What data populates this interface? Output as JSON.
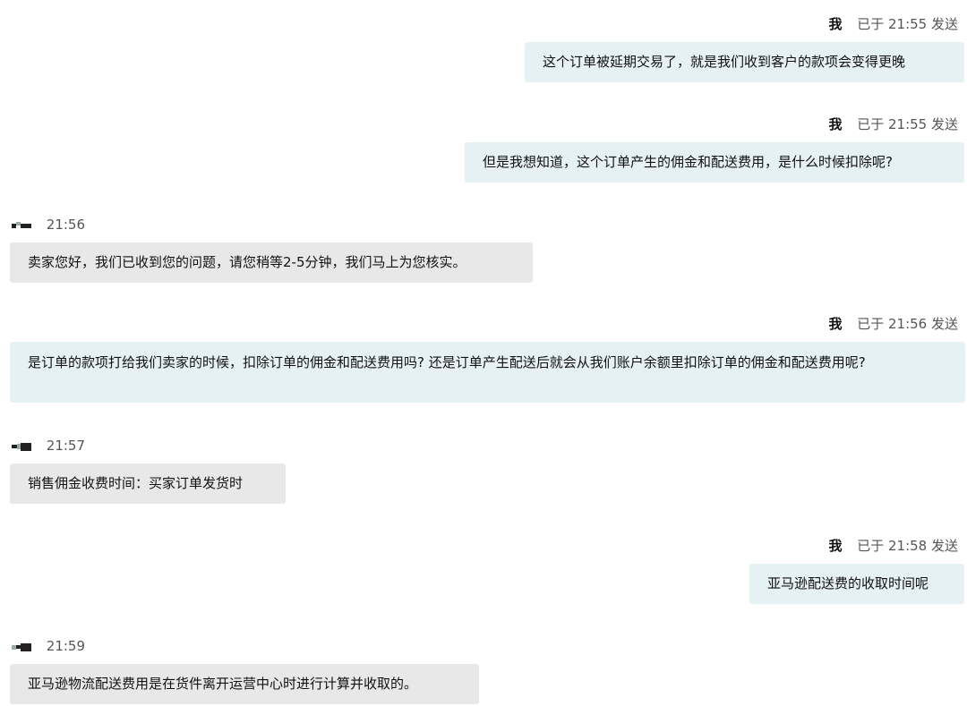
{
  "messages": [
    {
      "sender": "我",
      "time": "已于 21:55 发送",
      "text": "这个订单被延期交易了，就是我们收到客户的款项会变得更晚"
    },
    {
      "sender": "我",
      "time": "已于 21:55 发送",
      "text": "但是我想知道，这个订单产生的佣金和配送费用，是什么时候扣除呢?"
    },
    {
      "time": "21:56",
      "text": "卖家您好，我们已收到您的问题，请您稍等2-5分钟，我们马上为您核实。"
    },
    {
      "sender": "我",
      "time": "已于 21:56 发送",
      "text": "是订单的款项打给我们卖家的时候，扣除订单的佣金和配送费用吗? 还是订单产生配送后就会从我们账户余额里扣除订单的佣金和配送费用呢?"
    },
    {
      "time": "21:57",
      "text": "销售佣金收费时间：买家订单发货时"
    },
    {
      "sender": "我",
      "time": "已于 21:58 发送",
      "text": "亚马逊配送费的收取时间呢"
    },
    {
      "time": "21:59",
      "text": "亚马逊物流配送费用是在货件离开运营中心时进行计算并收取的。"
    }
  ],
  "colors": {
    "outgoing_bubble": "#e5f1f3",
    "incoming_bubble": "#e8e8e8"
  }
}
